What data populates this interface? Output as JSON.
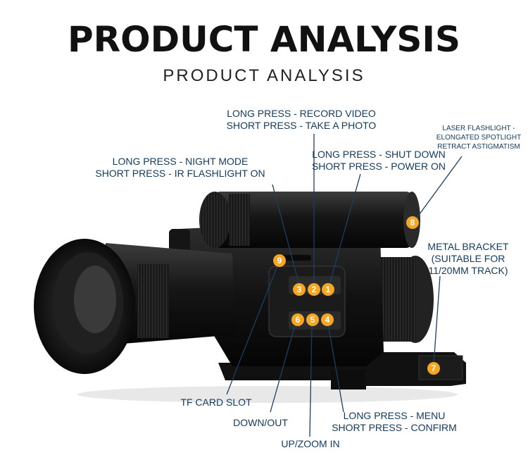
{
  "header": {
    "title": "PRODUCT ANALYSIS",
    "subtitle": "PRODUCT ANALYSIS"
  },
  "callouts": {
    "record_video": {
      "line1": "LONG PRESS - RECORD VIDEO",
      "line2": "SHORT PRESS - TAKE A PHOTO"
    },
    "night_mode": {
      "line1": "LONG PRESS - NIGHT MODE",
      "line2": "SHORT PRESS - IR FLASHLIGHT ON"
    },
    "power": {
      "line1": "LONG PRESS - SHUT DOWN",
      "line2": "SHORT PRESS - POWER ON"
    },
    "laser": {
      "line1": "LASER FLASHLIGHT -",
      "line2": "ELONGATED SPOTLIGHT",
      "line3": "RETRACT ASTIGMATISM"
    },
    "bracket": {
      "line1": "METAL BRACKET",
      "line2": "(SUITABLE FOR",
      "line3": "11/20MM TRACK)"
    },
    "tf_card": {
      "line1": "TF CARD SLOT"
    },
    "down_out": {
      "line1": "DOWN/OUT"
    },
    "up_zoom": {
      "line1": "UP/ZOOM IN"
    },
    "menu": {
      "line1": "LONG PRESS - MENU",
      "line2": "SHORT PRESS - CONFIRM"
    }
  },
  "badges": [
    "1",
    "2",
    "3",
    "4",
    "5",
    "6",
    "7",
    "8",
    "9"
  ],
  "colors": {
    "badge": "#f5a623",
    "label_text": "#123a5c",
    "leader_line": "#1c3f5e"
  }
}
